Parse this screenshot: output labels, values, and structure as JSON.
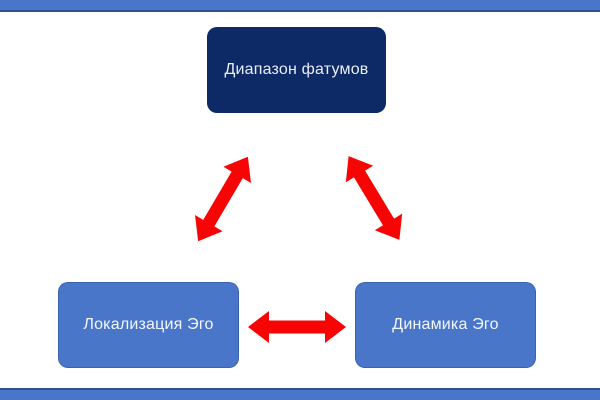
{
  "slide": {
    "background_color": "#ffffff",
    "accent_bar_color": "#4a76ca",
    "accent_bar_edge_color": "#2e5395"
  },
  "diagram": {
    "nodes": {
      "top": {
        "label": "Диапазон фатумов",
        "fill": "#0d2a66",
        "text_color": "#e9eef8"
      },
      "bottom_left": {
        "label": "Локализация Эго",
        "fill": "#4a76ca",
        "text_color": "#f4f7fc"
      },
      "bottom_right": {
        "label": "Динамика Эго",
        "fill": "#4a76ca",
        "text_color": "#f4f7fc"
      }
    },
    "arrows": {
      "color": "#f70505",
      "style": "double-headed",
      "items": [
        {
          "id": "top-to-bottom-left",
          "from": "top",
          "to": "bottom_left"
        },
        {
          "id": "top-to-bottom-right",
          "from": "top",
          "to": "bottom_right"
        },
        {
          "id": "bottom-left-to-bottom-right",
          "from": "bottom_left",
          "to": "bottom_right"
        }
      ]
    }
  }
}
